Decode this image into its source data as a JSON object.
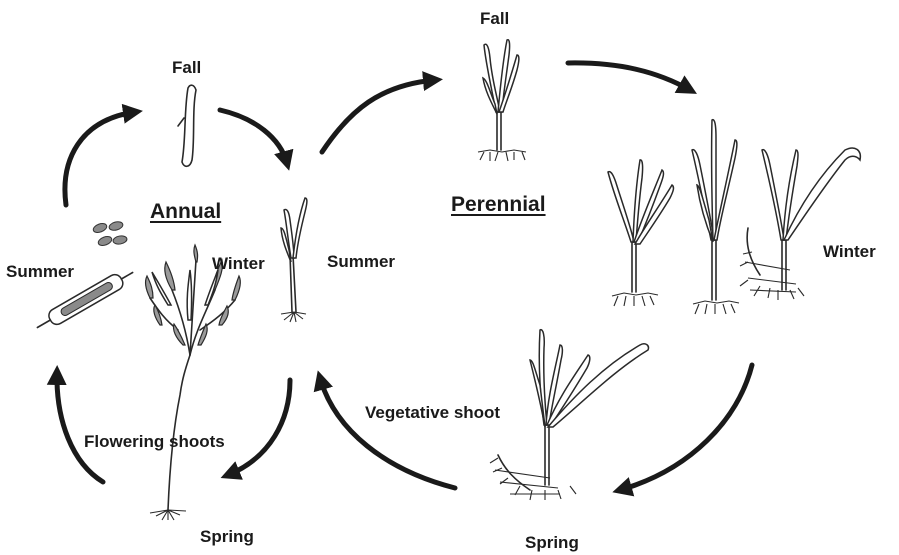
{
  "annual": {
    "title": "Annual",
    "labels": {
      "fall": "Fall",
      "winter": "Winter",
      "spring": "Spring",
      "summer": "Summer",
      "flowering": "Flowering shoots"
    }
  },
  "perennial": {
    "title": "Perennial",
    "labels": {
      "fall": "Fall",
      "winter": "Winter",
      "spring": "Spring",
      "summer": "Summer",
      "vegetative": "Vegetative shoot"
    }
  },
  "colors": {
    "ink": "#1a1a1a",
    "background": "#ffffff"
  }
}
